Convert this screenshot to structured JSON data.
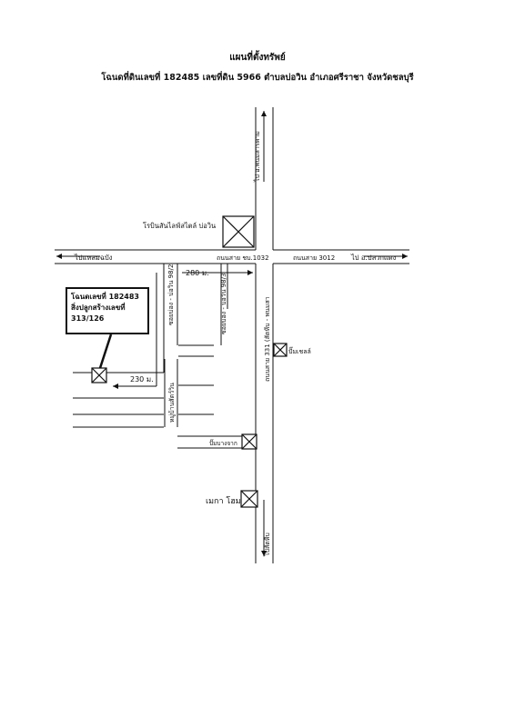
{
  "header": {
    "title": "แผนที่ตั้งทรัพย์",
    "subtitle": "โฉนดที่ดินเลขที่ 182485  เลขที่ดิน 5966  ตำบลบ่อวิน  อำเภอศรีราชา  จังหวัดชลบุรี"
  },
  "roads": {
    "north_direction": "ไป อ.พนมสารคาม",
    "west_direction": "ไปแหลมฉบัง",
    "east_direction": "ไป อ.ปลวกแดง",
    "south_direction": "ไปสัตหีบ",
    "west_road_name": "ถนนสาย ชบ.1032",
    "east_road_name": "ถนนสาย 3012",
    "main_road_name": "ถนนสาย 331 (สัตหีบ - พนมสา",
    "soi_left": "ซอยบ่อง - บ่อวิน 98/2",
    "soi_right": "ซอยบ่อง - บ่อวิน 98/3",
    "village": "หมู่บ้านสัตว์วิน"
  },
  "distances": {
    "d1": "280 ม.",
    "d2": "230 ม."
  },
  "landmarks": {
    "robinson": "โรบินสันไลฟ์สไตล์ บ่อวิน",
    "gas_station": "ปั๊มเชลล์",
    "pump_bangchak": "ปั๊มบางจาก",
    "mega_home": "เมกา โฮม"
  },
  "property": {
    "line1": "โฉนดเลขที่ 182483",
    "line2": "สิ่งปลูกสร้างเลขที่",
    "line3": "313/126"
  }
}
